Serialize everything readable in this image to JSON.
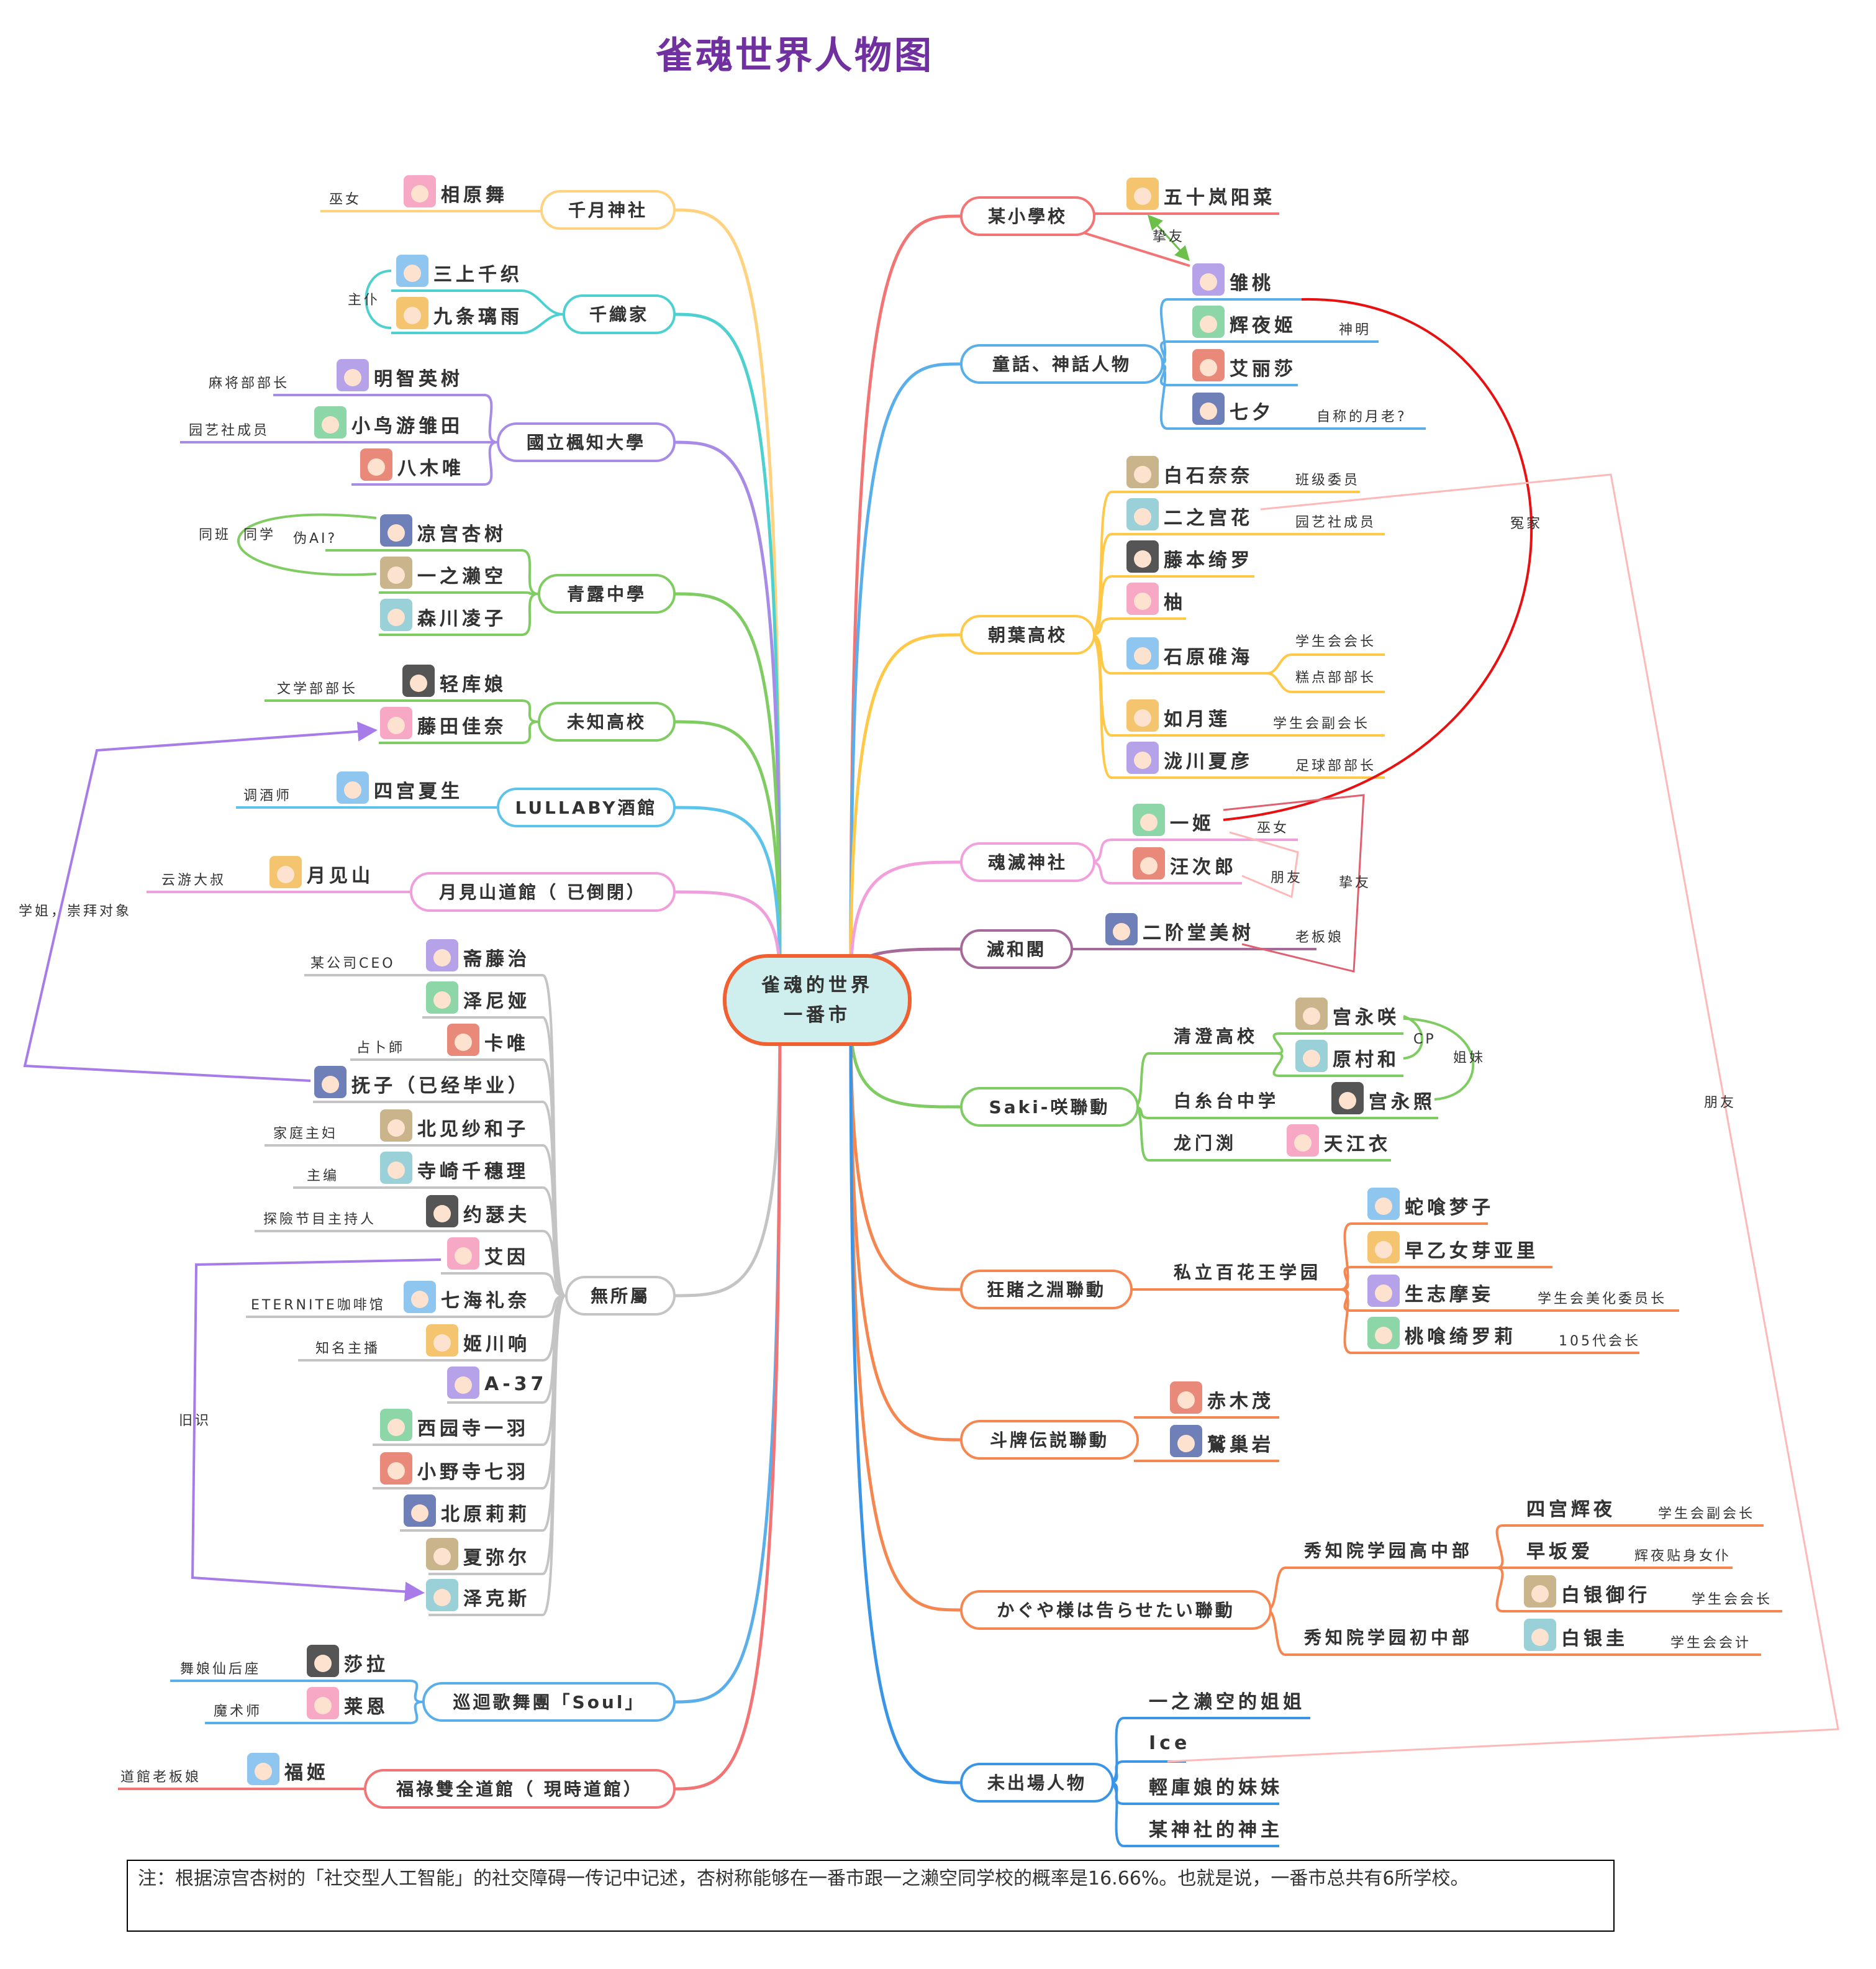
{
  "title": "雀魂世界人物图",
  "center": {
    "line1": "雀魂的世界",
    "line2": "一番市"
  },
  "left_branches": [
    {
      "label": "千月神社",
      "color": "#ffd27f",
      "children": [
        {
          "name": "相原舞",
          "role": "巫女"
        }
      ]
    },
    {
      "label": "千織家",
      "color": "#4dd0d0",
      "relation": "主仆",
      "children": [
        {
          "name": "三上千织"
        },
        {
          "name": "九条璃雨"
        }
      ]
    },
    {
      "label": "國立楓知大學",
      "color": "#a78be6",
      "children": [
        {
          "name": "明智英树",
          "role": "麻将部部长"
        },
        {
          "name": "小鸟游雏田",
          "role": "园艺社成员"
        },
        {
          "name": "八木唯"
        }
      ]
    },
    {
      "label": "青露中學",
      "color": "#7fcc62",
      "children": [
        {
          "name": "凉宫杏树",
          "role": "伪AI?"
        },
        {
          "name": "一之濑空"
        },
        {
          "name": "森川凌子"
        }
      ]
    },
    {
      "label": "未知高校",
      "color": "#7fcc62",
      "children": [
        {
          "name": "轻库娘",
          "role": "文学部部长"
        },
        {
          "name": "藤田佳奈"
        }
      ]
    },
    {
      "label": "LULLABY酒館",
      "color": "#5cc4ea",
      "children": [
        {
          "name": "四宫夏生",
          "role": "调酒师"
        }
      ]
    },
    {
      "label": "月見山道館（ 已倒閉）",
      "color": "#ef9fdc",
      "children": [
        {
          "name": "月见山",
          "role": "云游大叔"
        }
      ]
    },
    {
      "label": "無所屬",
      "color": "#c4c4c4",
      "children": [
        {
          "name": "斋藤治",
          "role": "某公司CEO"
        },
        {
          "name": "泽尼娅"
        },
        {
          "name": "卡唯",
          "role": "占卜師"
        },
        {
          "name": "抚子（已经毕业）"
        },
        {
          "name": "北见纱和子",
          "role": "家庭主妇"
        },
        {
          "name": "寺崎千穗理",
          "role": "主编"
        },
        {
          "name": "约瑟夫",
          "role": "探險节目主持人"
        },
        {
          "name": "艾因"
        },
        {
          "name": "七海礼奈",
          "role": "ETERNITE咖啡馆"
        },
        {
          "name": "姬川响",
          "role": "知名主播"
        },
        {
          "name": "A-37"
        },
        {
          "name": "西园寺一羽"
        },
        {
          "name": "小野寺七羽"
        },
        {
          "name": "北原莉莉"
        },
        {
          "name": "夏弥尔"
        },
        {
          "name": "泽克斯"
        }
      ]
    },
    {
      "label": "巡迴歌舞團「Soul」",
      "color": "#5aaeea",
      "children": [
        {
          "name": "莎拉",
          "role": "舞娘仙后座"
        },
        {
          "name": "莱恩",
          "role": "魔术师"
        }
      ]
    },
    {
      "label": "福祿雙全道館（ 現時道館）",
      "color": "#f27474",
      "children": [
        {
          "name": "福姬",
          "role": "道館老板娘"
        }
      ]
    }
  ],
  "right_branches": [
    {
      "label": "某小學校",
      "color": "#f27474",
      "children": [
        {
          "name": "五十岚阳菜"
        }
      ]
    },
    {
      "label": "童話、神話人物",
      "color": "#5aaeea",
      "children": [
        {
          "name": "雏桃"
        },
        {
          "name": "辉夜姬",
          "role": "神明"
        },
        {
          "name": "艾丽莎"
        },
        {
          "name": "七夕",
          "role": "自称的月老?"
        }
      ]
    },
    {
      "label": "朝葉高校",
      "color": "#ffc847",
      "children": [
        {
          "name": "白石奈奈",
          "role": "班级委员"
        },
        {
          "name": "二之宫花",
          "role": "园艺社成员"
        },
        {
          "name": "藤本绮罗"
        },
        {
          "name": "柚"
        },
        {
          "name": "石原碓海",
          "roles": [
            "学生会会长",
            "糕点部部长"
          ]
        },
        {
          "name": "如月莲",
          "role": "学生会副会长"
        },
        {
          "name": "泷川夏彦",
          "role": "足球部部长"
        }
      ]
    },
    {
      "label": "魂滅神社",
      "color": "#f2a0dc",
      "children": [
        {
          "name": "一姬",
          "role": "巫女"
        },
        {
          "name": "汪次郎"
        }
      ]
    },
    {
      "label": "滅和閣",
      "color": "#a56a9a",
      "children": [
        {
          "name": "二阶堂美树",
          "role": "老板娘"
        }
      ]
    },
    {
      "label": "Saki-咲聯動",
      "color": "#7fcc62",
      "groups": [
        {
          "label": "清澄高校",
          "members": [
            {
              "name": "宫永咲"
            },
            {
              "name": "原村和"
            }
          ]
        },
        {
          "label": "白糸台中学",
          "members": [
            {
              "name": "宫永照"
            }
          ]
        },
        {
          "label": "龙门渕",
          "members": [
            {
              "name": "天江衣"
            }
          ]
        }
      ]
    },
    {
      "label": "狂賭之淵聯動",
      "color": "#f5864f",
      "groups": [
        {
          "label": "私立百花王学园",
          "members": [
            {
              "name": "蛇喰梦子"
            },
            {
              "name": "早乙女芽亚里"
            },
            {
              "name": "生志摩妄",
              "role": "学生会美化委员长"
            },
            {
              "name": "桃喰绮罗莉",
              "role": "105代会长"
            }
          ]
        }
      ]
    },
    {
      "label": "斗牌伝説聯動",
      "color": "#f5864f",
      "children": [
        {
          "name": "赤木茂"
        },
        {
          "name": "鷲巢岩"
        }
      ]
    },
    {
      "label": "かぐや様は告らせたい聯動",
      "color": "#f5864f",
      "groups": [
        {
          "label": "秀知院学园高中部",
          "members": [
            {
              "name": "四宫辉夜",
              "role": "学生会副会长"
            },
            {
              "name": "早坂爱",
              "role": "辉夜贴身女仆"
            },
            {
              "name": "白银御行",
              "role": "学生会会长"
            }
          ]
        },
        {
          "label": "秀知院学园初中部",
          "members": [
            {
              "name": "白银圭",
              "role": "学生会会计"
            }
          ]
        }
      ]
    },
    {
      "label": "未出場人物",
      "color": "#3b95e6",
      "children": [
        {
          "name": "一之濑空的姐姐"
        },
        {
          "name": "Ice"
        },
        {
          "name": "輕庫娘的妹妹"
        },
        {
          "name": "某神社的神主"
        }
      ]
    }
  ],
  "relations": {
    "classmates": "同班",
    "schoolmates": "同学",
    "senior": "学姐，崇拜对象",
    "old_acquaintance": "旧识",
    "best_friend_school": "挚友",
    "rivals": "冤家",
    "friend_far": "朋友",
    "friend_shrine": "朋友",
    "best_friend_shrine": "挚友",
    "cp": "CP",
    "sisters": "姐妹"
  },
  "colors": {
    "title": "#7030a0",
    "center_border": "#f06030",
    "center_fill": "#cfeeee",
    "rivals": "#e81010",
    "friend": "#ffb8b8",
    "senior": "#a77be8"
  },
  "note": "注：根据涼宫杏树的「社交型人工智能」的社交障碍一传记中记述，杏树称能够在一番市跟一之濑空同学校的概率是16.66%。也就是说，一番市总共有6所学校。"
}
